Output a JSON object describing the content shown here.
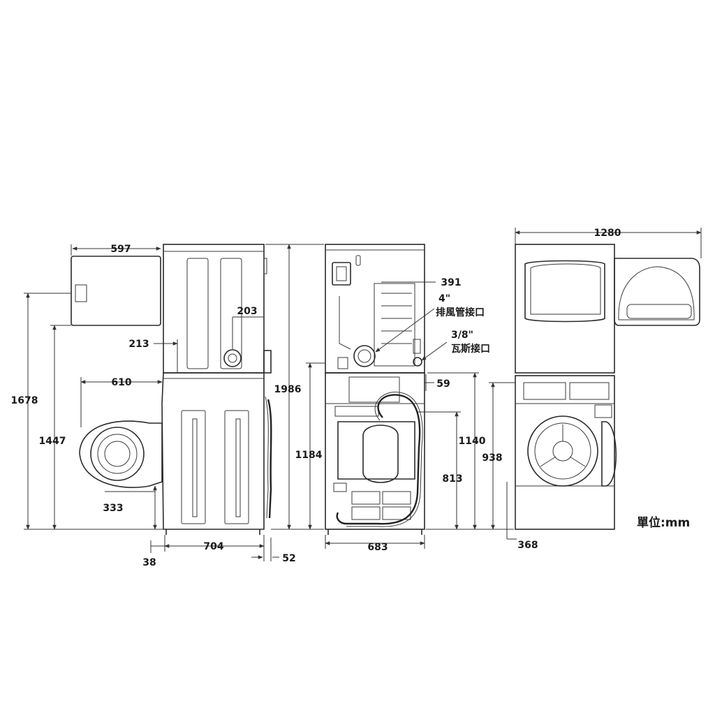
{
  "dimensions": {
    "side_door_width": "597",
    "side_height_total": "1678",
    "side_height_lower": "1447",
    "side_upper_offset": "213",
    "side_vent_offset": "203",
    "side_washer_door_width": "610",
    "side_door_center_height": "333",
    "side_depth": "704",
    "side_left_gap": "38",
    "side_right_gap": "52",
    "total_height": "1986",
    "back_dryer_base_height": "1184",
    "back_vent_height": "391",
    "back_gas_offset": "59",
    "back_width": "683",
    "back_hose_height": "813",
    "back_washer_top": "1140",
    "front_width_open": "1280",
    "front_washer_height": "938",
    "front_bottom_offset": "368"
  },
  "notes": {
    "vent_size": "4\"",
    "vent_label": "排風管接口",
    "gas_size": "3/8\"",
    "gas_label": "瓦斯接口",
    "unit_label": "單位:mm"
  }
}
